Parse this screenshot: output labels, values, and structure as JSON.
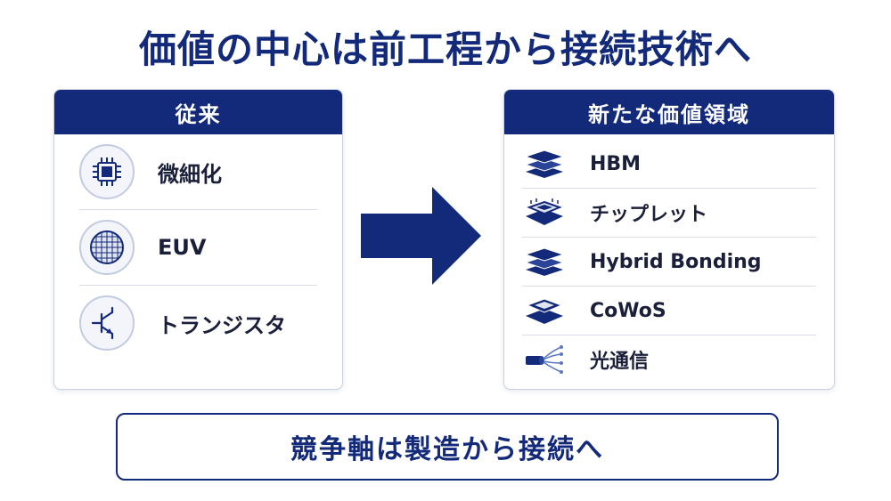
{
  "title": "価値の中心は前工程から接続技術へ",
  "left_panel": {
    "header": "従来",
    "items": [
      {
        "label": "微細化",
        "icon": "chip-icon"
      },
      {
        "label": "EUV",
        "icon": "wafer-icon"
      },
      {
        "label": "トランジスタ",
        "icon": "transistor-icon"
      }
    ]
  },
  "right_panel": {
    "header": "新たな価値領域",
    "items": [
      {
        "label": "HBM",
        "icon": "stacked-layers-icon"
      },
      {
        "label": "チップレット",
        "icon": "chiplet-icon"
      },
      {
        "label": "Hybrid Bonding",
        "icon": "stacked-layers-icon"
      },
      {
        "label": "CoWoS",
        "icon": "package-icon"
      },
      {
        "label": "光通信",
        "icon": "optical-fiber-icon"
      }
    ]
  },
  "arrow_icon": "right-arrow-icon",
  "footer": "競争軸は製造から接続へ",
  "colors": {
    "primary": "#13297a",
    "border": "#c9cfe0",
    "text": "#1a1f3a"
  }
}
